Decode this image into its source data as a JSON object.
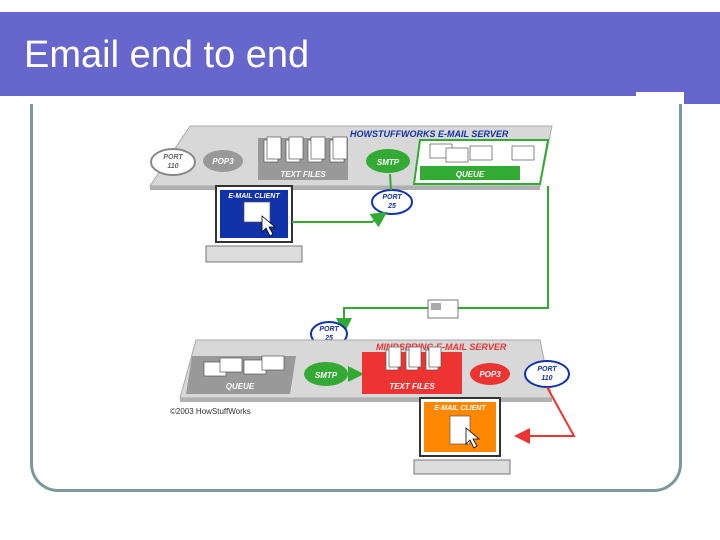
{
  "title": "Email end to end",
  "diagram": {
    "top_server": {
      "title": "HOWSTUFFWORKS E-MAIL SERVER",
      "port_left_line1": "PORT",
      "port_left_line2": "110",
      "pop3": "POP3",
      "text_files": "TEXT FILES",
      "smtp": "SMTP",
      "queue": "QUEUE",
      "port_below_line1": "PORT",
      "port_below_line2": "25",
      "client": "E-MAIL CLIENT"
    },
    "middle_port_line1": "PORT",
    "middle_port_line2": "25",
    "bottom_server": {
      "title": "MINDSPRING E-MAIL SERVER",
      "queue": "QUEUE",
      "smtp": "SMTP",
      "text_files": "TEXT FILES",
      "pop3": "POP3",
      "port_right_line1": "PORT",
      "port_right_line2": "110",
      "client": "E-MAIL CLIENT"
    },
    "copyright": "©2003 HowStuffWorks",
    "colors": {
      "green": "#33aa33",
      "red": "#ee3333",
      "blue_client": "#1133aa",
      "orange_client": "#ff8800",
      "server_gray": "#cccccc",
      "button_gray": "#999999"
    }
  }
}
